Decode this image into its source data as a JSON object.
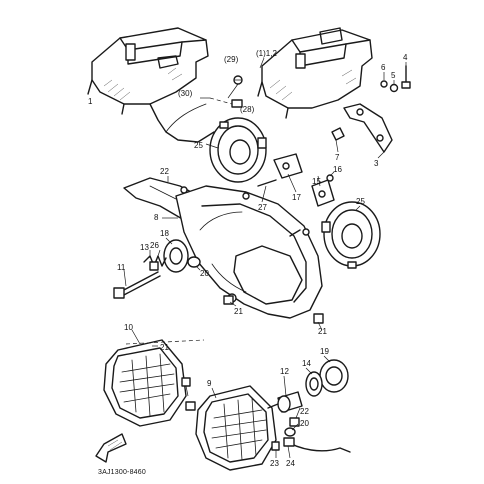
{
  "diagram": {
    "labels": [
      "1",
      "(1)1,2",
      "(29)",
      "(30)",
      "(28)",
      "4",
      "5",
      "6",
      "3",
      "7",
      "25",
      "22",
      "8",
      "27",
      "17",
      "15",
      "16",
      "25",
      "18",
      "13",
      "26",
      "11",
      "20",
      "21",
      "10",
      "21",
      "21",
      "9",
      "14",
      "19",
      "12",
      "22",
      "20",
      "23",
      "24"
    ],
    "drawing_code": "3AJ1300-8460"
  },
  "colors": {
    "ink": "#1a1a1a",
    "paper": "#ffffff"
  }
}
